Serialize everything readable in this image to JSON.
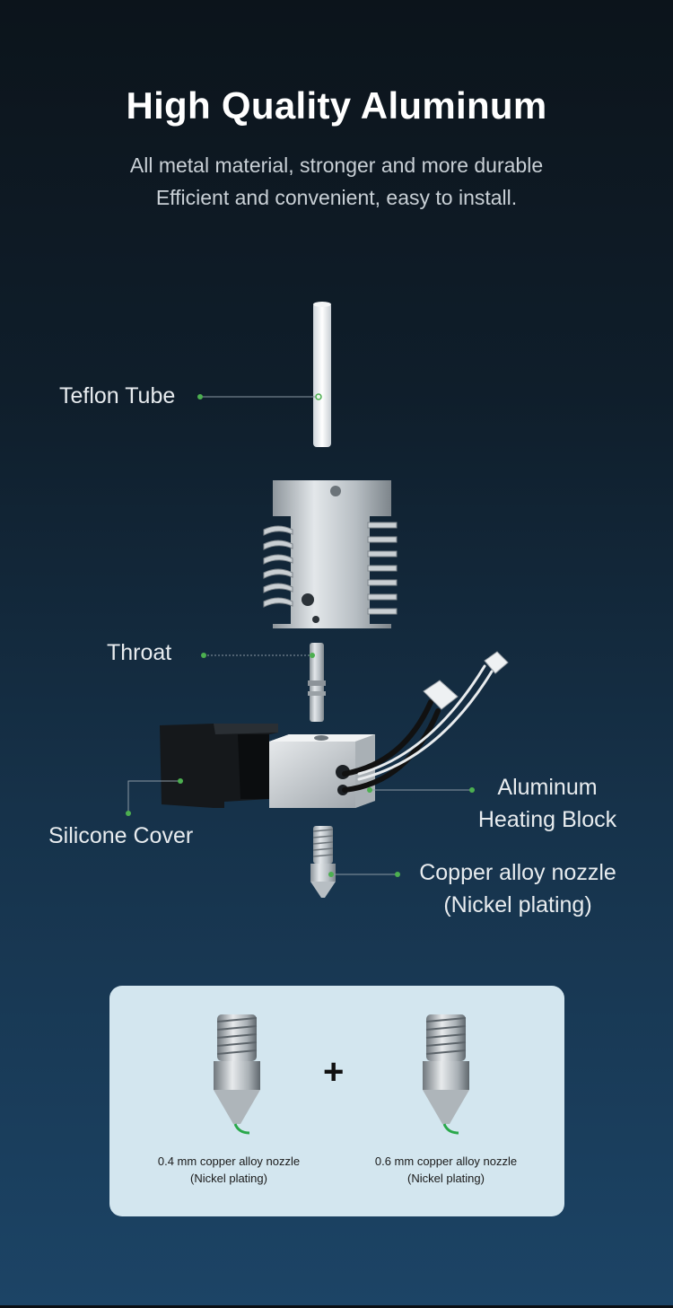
{
  "header": {
    "title": "High Quality Aluminum",
    "subtitle_line1": "All metal material, stronger and more durable",
    "subtitle_line2": "Efficient and convenient, easy to install."
  },
  "labels": {
    "teflon_tube": "Teflon Tube",
    "throat": "Throat",
    "silicone_cover": "Silicone Cover",
    "heating_block_line1": "Aluminum",
    "heating_block_line2": "Heating Block",
    "nozzle_line1": "Copper alloy nozzle",
    "nozzle_line2": "(Nickel plating)"
  },
  "nozzle_card": {
    "plus": "+",
    "left_caption_line1": "0.4 mm copper alloy nozzle",
    "left_caption_line2": "(Nickel plating)",
    "right_caption_line1": "0.6 mm copper alloy nozzle",
    "right_caption_line2": "(Nickel plating)"
  },
  "colors": {
    "accent_dot": "#4caf50",
    "card_bg": "#d3e6ef"
  }
}
